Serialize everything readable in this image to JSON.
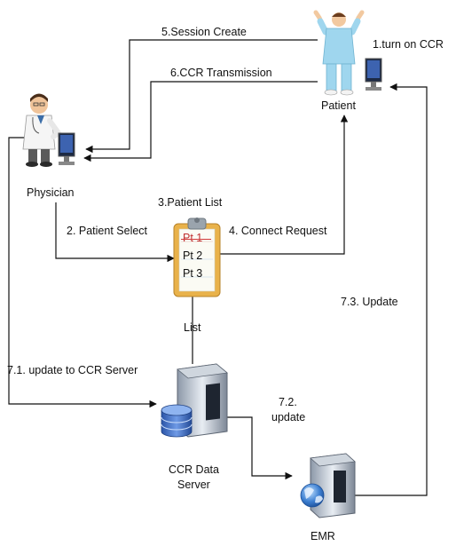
{
  "labels": {
    "session_create": "5.Session Create",
    "ccr_transmission": "6.CCR  Transmission",
    "turn_on_ccr": "1.turn on CCR",
    "patient": "Patient",
    "physician": "Physician",
    "patient_list": "3.Patient List",
    "patient_select": "2. Patient Select",
    "connect_request": "4. Connect Request",
    "update_73": "7.3. Update",
    "list": "List",
    "update_to_ccr_server": "7.1. update to CCR Server",
    "update_72_line1": "7.2.",
    "update_72_line2": "update",
    "ccr_data_line1": "CCR Data",
    "ccr_data_line2": "Server",
    "emr": "EMR"
  },
  "clipboard_items": [
    "Pt 1",
    "Pt 2",
    "Pt 3"
  ],
  "icons": {
    "patient": "patient-figure-icon",
    "physician": "physician-figure-icon",
    "monitor": "computer-monitor-icon",
    "clipboard": "clipboard-icon",
    "ccr_server": "database-server-icon",
    "emr_server": "emr-server-globe-icon"
  },
  "colors": {
    "line": "#111111",
    "server_blue": "#3f6fc4",
    "clipboard_board": "#e9b24a",
    "clipboard_paper": "#fbfbf4",
    "pt1_strike": "#d23a3a",
    "patient_gown": "#9fd6ee"
  }
}
